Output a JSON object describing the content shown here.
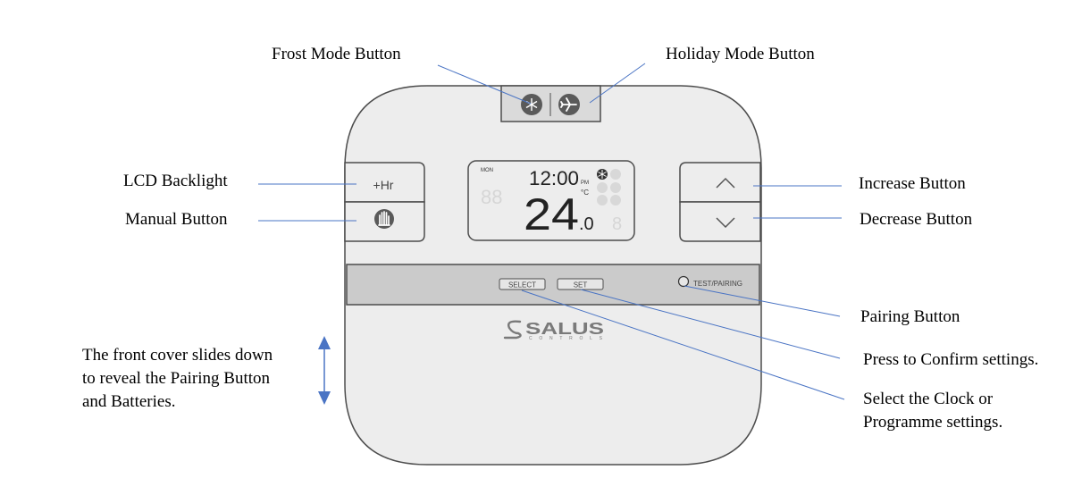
{
  "annotations": {
    "frost_mode": "Frost Mode Button",
    "holiday_mode": "Holiday Mode Button",
    "lcd_backlight": "LCD Backlight",
    "manual": "Manual Button",
    "increase": "Increase Button",
    "decrease": "Decrease Button",
    "pairing": "Pairing Button",
    "confirm": "Press to Confirm settings.",
    "select_line1": "Select the Clock or",
    "select_line2": "Programme settings.",
    "cover_line1": "The front cover slides down",
    "cover_line2": "to reveal the Pairing Button",
    "cover_line3": "and Batteries."
  },
  "device": {
    "plus_hr_label": "+Hr",
    "select_label": "SELECT",
    "set_label": "SET",
    "test_pairing_label": "TEST/PAIRING",
    "brand_name": "SALUS",
    "brand_sub": "CONTROLS",
    "lcd": {
      "day": "MON",
      "time": "12:00",
      "ampm": "PM",
      "unit": "°C",
      "temp_main": "24",
      "temp_decimal": ".0"
    }
  },
  "colors": {
    "body": "#ededed",
    "outline": "#4d4d4d",
    "panel": "#cbcbcb",
    "leader_line": "#4a74c4",
    "arrow": "#4a74c4",
    "icon_fill": "#5a5a5a"
  },
  "icons": [
    "snowflake-icon",
    "airplane-icon",
    "hand-icon",
    "chevron-up-icon",
    "chevron-down-icon",
    "pairing-hole-icon",
    "double-arrow-icon"
  ]
}
